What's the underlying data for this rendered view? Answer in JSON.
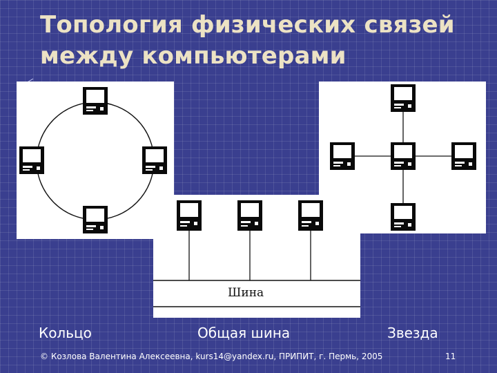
{
  "slide": {
    "title_line1": "Топология физических связей",
    "title_line2": "между компьютерами",
    "page_number": "11"
  },
  "captions": {
    "ring": "Кольцо",
    "bus": "Общая шина",
    "star": "Звезда"
  },
  "bus_label": "Шина",
  "footer": {
    "copyright": "© Козлова Валентина Алексеевна, kurs14@yandex.ru, ПРИПИТ, г. Пермь, 2005"
  },
  "colors": {
    "background": "#3a3f8f",
    "title": "#ece2c4",
    "text": "#ffffff"
  }
}
